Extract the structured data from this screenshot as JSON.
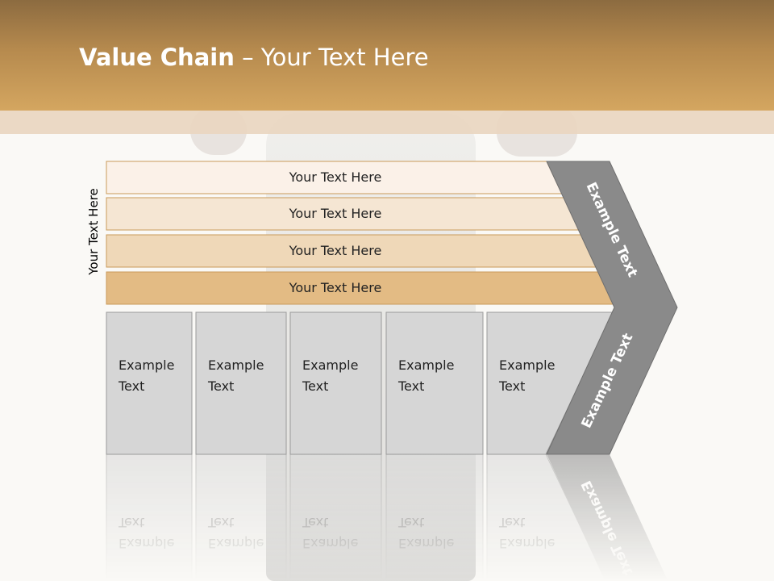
{
  "title": {
    "bold": "Value Chain",
    "rest": " – Your Text Here"
  },
  "side_label": "Your Text Here",
  "bands": [
    {
      "label": "Your Text Here",
      "color": "#fbf1e8"
    },
    {
      "label": "Your Text Here",
      "color": "#f5e6d3"
    },
    {
      "label": "Your Text Here",
      "color": "#efd8b8"
    },
    {
      "label": "Your Text Here",
      "color": "#e3bb84"
    }
  ],
  "boxes": [
    {
      "line1": "Example",
      "line2": "Text"
    },
    {
      "line1": "Example",
      "line2": "Text"
    },
    {
      "line1": "Example",
      "line2": "Text"
    },
    {
      "line1": "Example",
      "line2": "Text"
    },
    {
      "line1": "Example",
      "line2": "Text"
    }
  ],
  "chevron": {
    "upper_label": "Example Text",
    "lower_label": "Example Text",
    "color": "#8a8a8a"
  },
  "colors": {
    "header_top": "#8c6b40",
    "header_bottom": "#d4a660",
    "box_fill": "#d6d6d6",
    "box_border": "#9a9a9a",
    "band_border": "#c99a5a"
  }
}
